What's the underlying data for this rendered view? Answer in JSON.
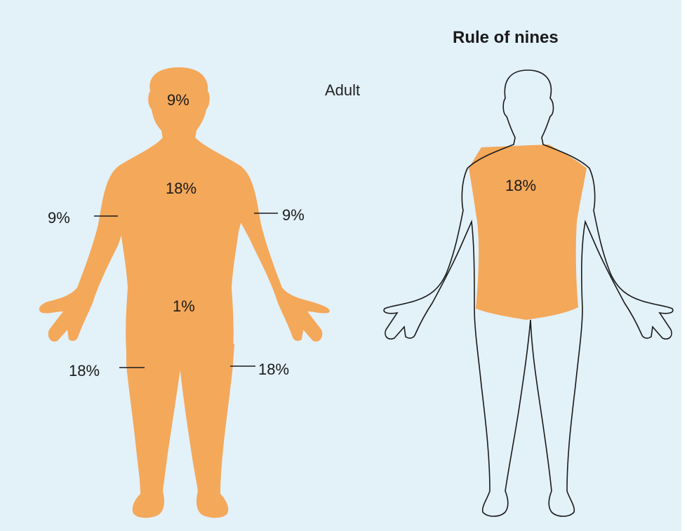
{
  "title": "Rule of nines",
  "subtitle": "Adult",
  "colors": {
    "background": "#e3f1f9",
    "fill": "#f4a85a",
    "outline": "#1a1a1a"
  },
  "front_figure": {
    "head": "9%",
    "torso_front": "18%",
    "arm_left": "9%",
    "arm_right": "9%",
    "groin": "1%",
    "leg_left": "18%",
    "leg_right": "18%"
  },
  "back_figure": {
    "torso_back": "18%"
  }
}
